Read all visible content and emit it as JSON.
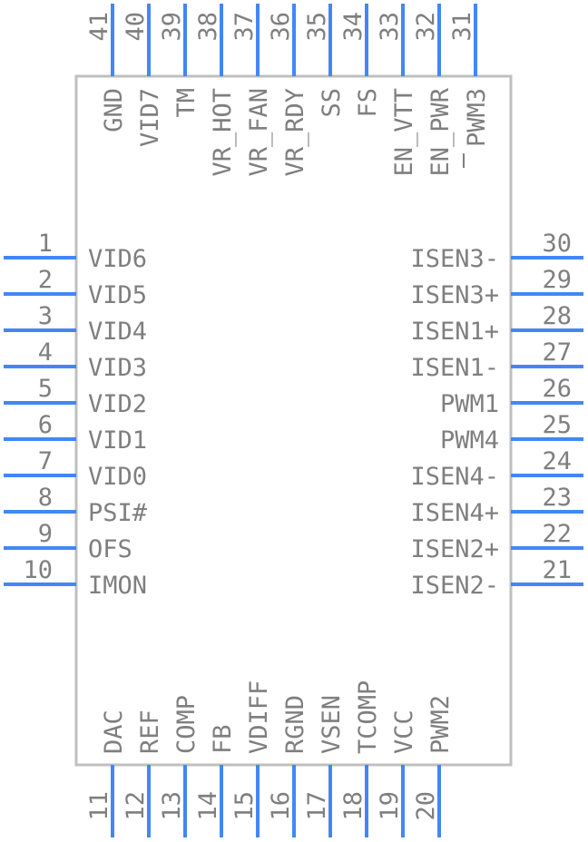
{
  "component": {
    "pins_left": [
      {
        "num": "1",
        "name": "VID6"
      },
      {
        "num": "2",
        "name": "VID5"
      },
      {
        "num": "3",
        "name": "VID4"
      },
      {
        "num": "4",
        "name": "VID3"
      },
      {
        "num": "5",
        "name": "VID2"
      },
      {
        "num": "6",
        "name": "VID1"
      },
      {
        "num": "7",
        "name": "VID0"
      },
      {
        "num": "8",
        "name": "PSI#"
      },
      {
        "num": "9",
        "name": "OFS"
      },
      {
        "num": "10",
        "name": "IMON"
      }
    ],
    "pins_bottom": [
      {
        "num": "11",
        "name": "DAC"
      },
      {
        "num": "12",
        "name": "REF"
      },
      {
        "num": "13",
        "name": "COMP"
      },
      {
        "num": "14",
        "name": "FB"
      },
      {
        "num": "15",
        "name": "VDIFF"
      },
      {
        "num": "16",
        "name": "RGND"
      },
      {
        "num": "17",
        "name": "VSEN"
      },
      {
        "num": "18",
        "name": "TCOMP"
      },
      {
        "num": "19",
        "name": "VCC"
      },
      {
        "num": "20",
        "name": "PWM2"
      }
    ],
    "pins_right": [
      {
        "num": "21",
        "name": "ISEN2-"
      },
      {
        "num": "22",
        "name": "ISEN2+"
      },
      {
        "num": "23",
        "name": "ISEN4+"
      },
      {
        "num": "24",
        "name": "ISEN4-"
      },
      {
        "num": "25",
        "name": "PWM4"
      },
      {
        "num": "26",
        "name": "PWM1"
      },
      {
        "num": "27",
        "name": "ISEN1-"
      },
      {
        "num": "28",
        "name": "ISEN1+"
      },
      {
        "num": "29",
        "name": "ISEN3+"
      },
      {
        "num": "30",
        "name": "ISEN3-"
      }
    ],
    "pins_top": [
      {
        "num": "31",
        "name": "PWM3"
      },
      {
        "num": "32",
        "name": "EN_PWR"
      },
      {
        "num": "33",
        "name": "EN_VTT"
      },
      {
        "num": "34",
        "name": "FS"
      },
      {
        "num": "35",
        "name": "SS"
      },
      {
        "num": "36",
        "name": "VR_RDY"
      },
      {
        "num": "37",
        "name": "VR_FAN"
      },
      {
        "num": "38",
        "name": "VR_HOT"
      },
      {
        "num": "39",
        "name": "TM"
      },
      {
        "num": "40",
        "name": "VID7"
      },
      {
        "num": "41",
        "name": "GND"
      }
    ]
  },
  "colors": {
    "lead": "#4287f5",
    "body_outline": "#bfbfbf",
    "text": "#7f7f7f"
  }
}
